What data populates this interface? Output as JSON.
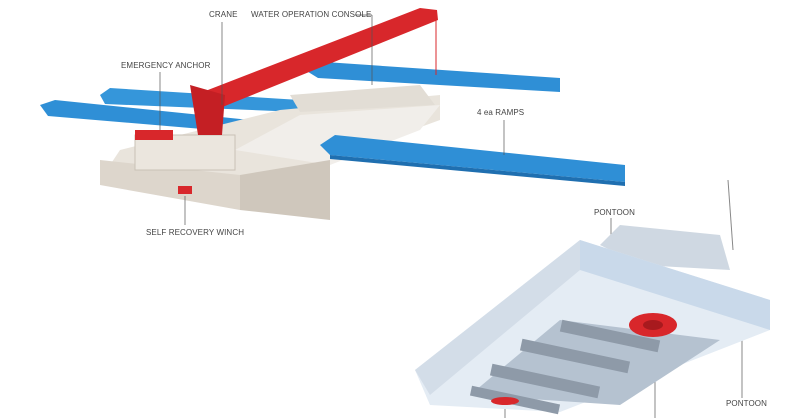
{
  "labels": {
    "crane": "CRANE",
    "water_operation_console": "WATER OPERATION CONSOLE",
    "emergency_anchor": "EMERGENCY ANCHOR",
    "ramps": "4 ea RAMPS",
    "self_recovery_winch": "SELF RECOVERY WINCH",
    "pontoon_top": "PONTOON",
    "pontoon_right": "PONTOON"
  },
  "colors": {
    "ramp": "#2f8fd6",
    "crane": "#d8272b",
    "hull": "#e9e4dc",
    "underside": "#d6e2ee"
  }
}
